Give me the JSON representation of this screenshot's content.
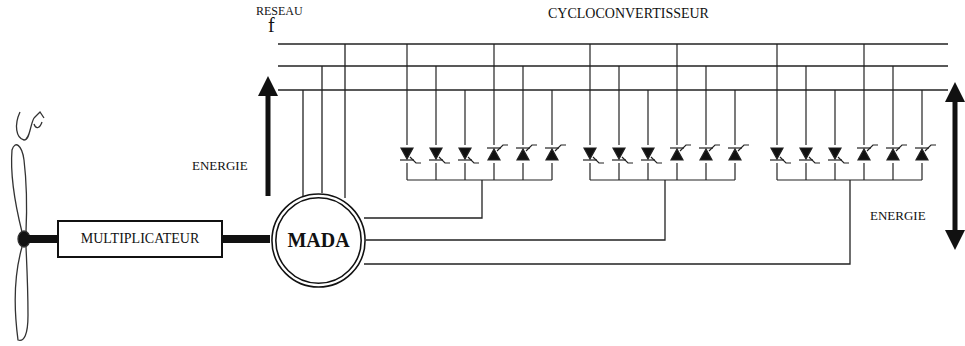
{
  "diagram": {
    "nodes": [
      {
        "text": [
          "MULTIPLICATEUR"
        ]
      },
      {
        "text": [
          "MADA"
        ]
      }
    ],
    "edges": [
      {
        "from": 0,
        "to": 1,
        "arrow": "none"
      }
    ],
    "labels": [
      "RESEAU",
      "f",
      "CYCLOCONVERTISSEUR",
      "ENERGIE",
      "ENERGIE"
    ]
  }
}
